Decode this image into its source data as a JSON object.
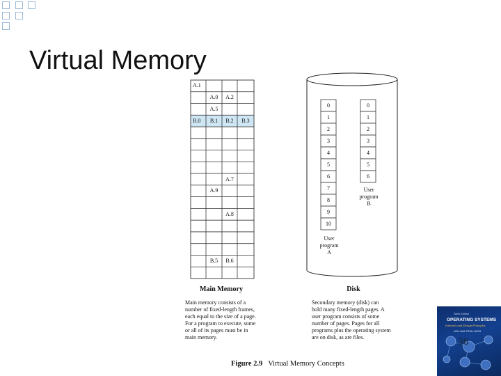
{
  "slide": {
    "title": "Virtual Memory",
    "page_number": "36"
  },
  "figure": {
    "caption_label": "Figure 2.9",
    "caption_title": "Virtual Memory Concepts",
    "main_memory": {
      "title": "Main Memory",
      "description": [
        "Main memory consists of a",
        "number of fixed-length frames,",
        "each equal to the size of a page.",
        "For a program to execute, some",
        "or all of its pages must be in",
        "main memory."
      ],
      "frames": [
        {
          "row": 0,
          "col": 0,
          "text": "A.1",
          "shaded": false
        },
        {
          "row": 1,
          "col": 1,
          "text": "A.0",
          "shaded": false
        },
        {
          "row": 1,
          "col": 2,
          "text": "A.2",
          "shaded": false
        },
        {
          "row": 2,
          "col": 1,
          "text": "A.5",
          "shaded": false
        },
        {
          "row": 3,
          "col": 0,
          "text": "B.0",
          "shaded": true
        },
        {
          "row": 3,
          "col": 1,
          "text": "B.1",
          "shaded": true
        },
        {
          "row": 3,
          "col": 2,
          "text": "B.2",
          "shaded": true
        },
        {
          "row": 3,
          "col": 3,
          "text": "B.3",
          "shaded": true
        },
        {
          "row": 8,
          "col": 2,
          "text": "A.7",
          "shaded": false
        },
        {
          "row": 9,
          "col": 1,
          "text": "A.9",
          "shaded": false
        },
        {
          "row": 11,
          "col": 2,
          "text": "A.8",
          "shaded": false
        },
        {
          "row": 15,
          "col": 1,
          "text": "B.5",
          "shaded": false
        },
        {
          "row": 15,
          "col": 2,
          "text": "B.6",
          "shaded": false
        }
      ]
    },
    "disk": {
      "title": "Disk",
      "description": [
        "Secondary memory (disk) can",
        "hold many fixed-length pages. A",
        "user program consists of some",
        "number of pages. Pages for all",
        "programs plus the operating system",
        "are on disk, as are files."
      ],
      "program_a": {
        "label_lines": [
          "User",
          "program",
          "A"
        ],
        "pages": [
          "0",
          "1",
          "2",
          "3",
          "4",
          "5",
          "6",
          "7",
          "8",
          "9",
          "10"
        ]
      },
      "program_b": {
        "label_lines": [
          "User",
          "program",
          "B"
        ],
        "pages": [
          "0",
          "1",
          "2",
          "3",
          "4",
          "5",
          "6"
        ]
      }
    }
  },
  "book_cover": {
    "edition": "Sixth Edition",
    "title": "OPERATING SYSTEMS",
    "subtitle": "Internals and Design Principles",
    "author": "WILLIAM STALLINGS",
    "colors": {
      "background": "#13408f"
    }
  },
  "colors": {
    "shaded_frame": "#cfe6f5",
    "decoration": "#9db8d8"
  }
}
